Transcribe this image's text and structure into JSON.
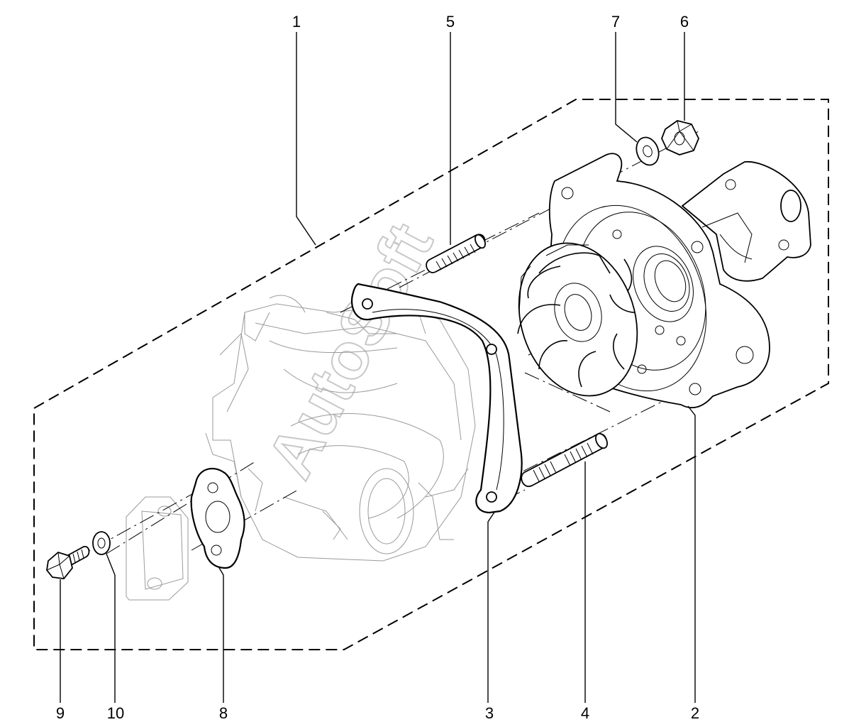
{
  "watermark": "AutoSoft",
  "callouts": {
    "c1": "1",
    "c2": "2",
    "c3": "3",
    "c4": "4",
    "c5": "5",
    "c6": "6",
    "c7": "7",
    "c8": "8",
    "c9": "9",
    "c10": "10"
  }
}
